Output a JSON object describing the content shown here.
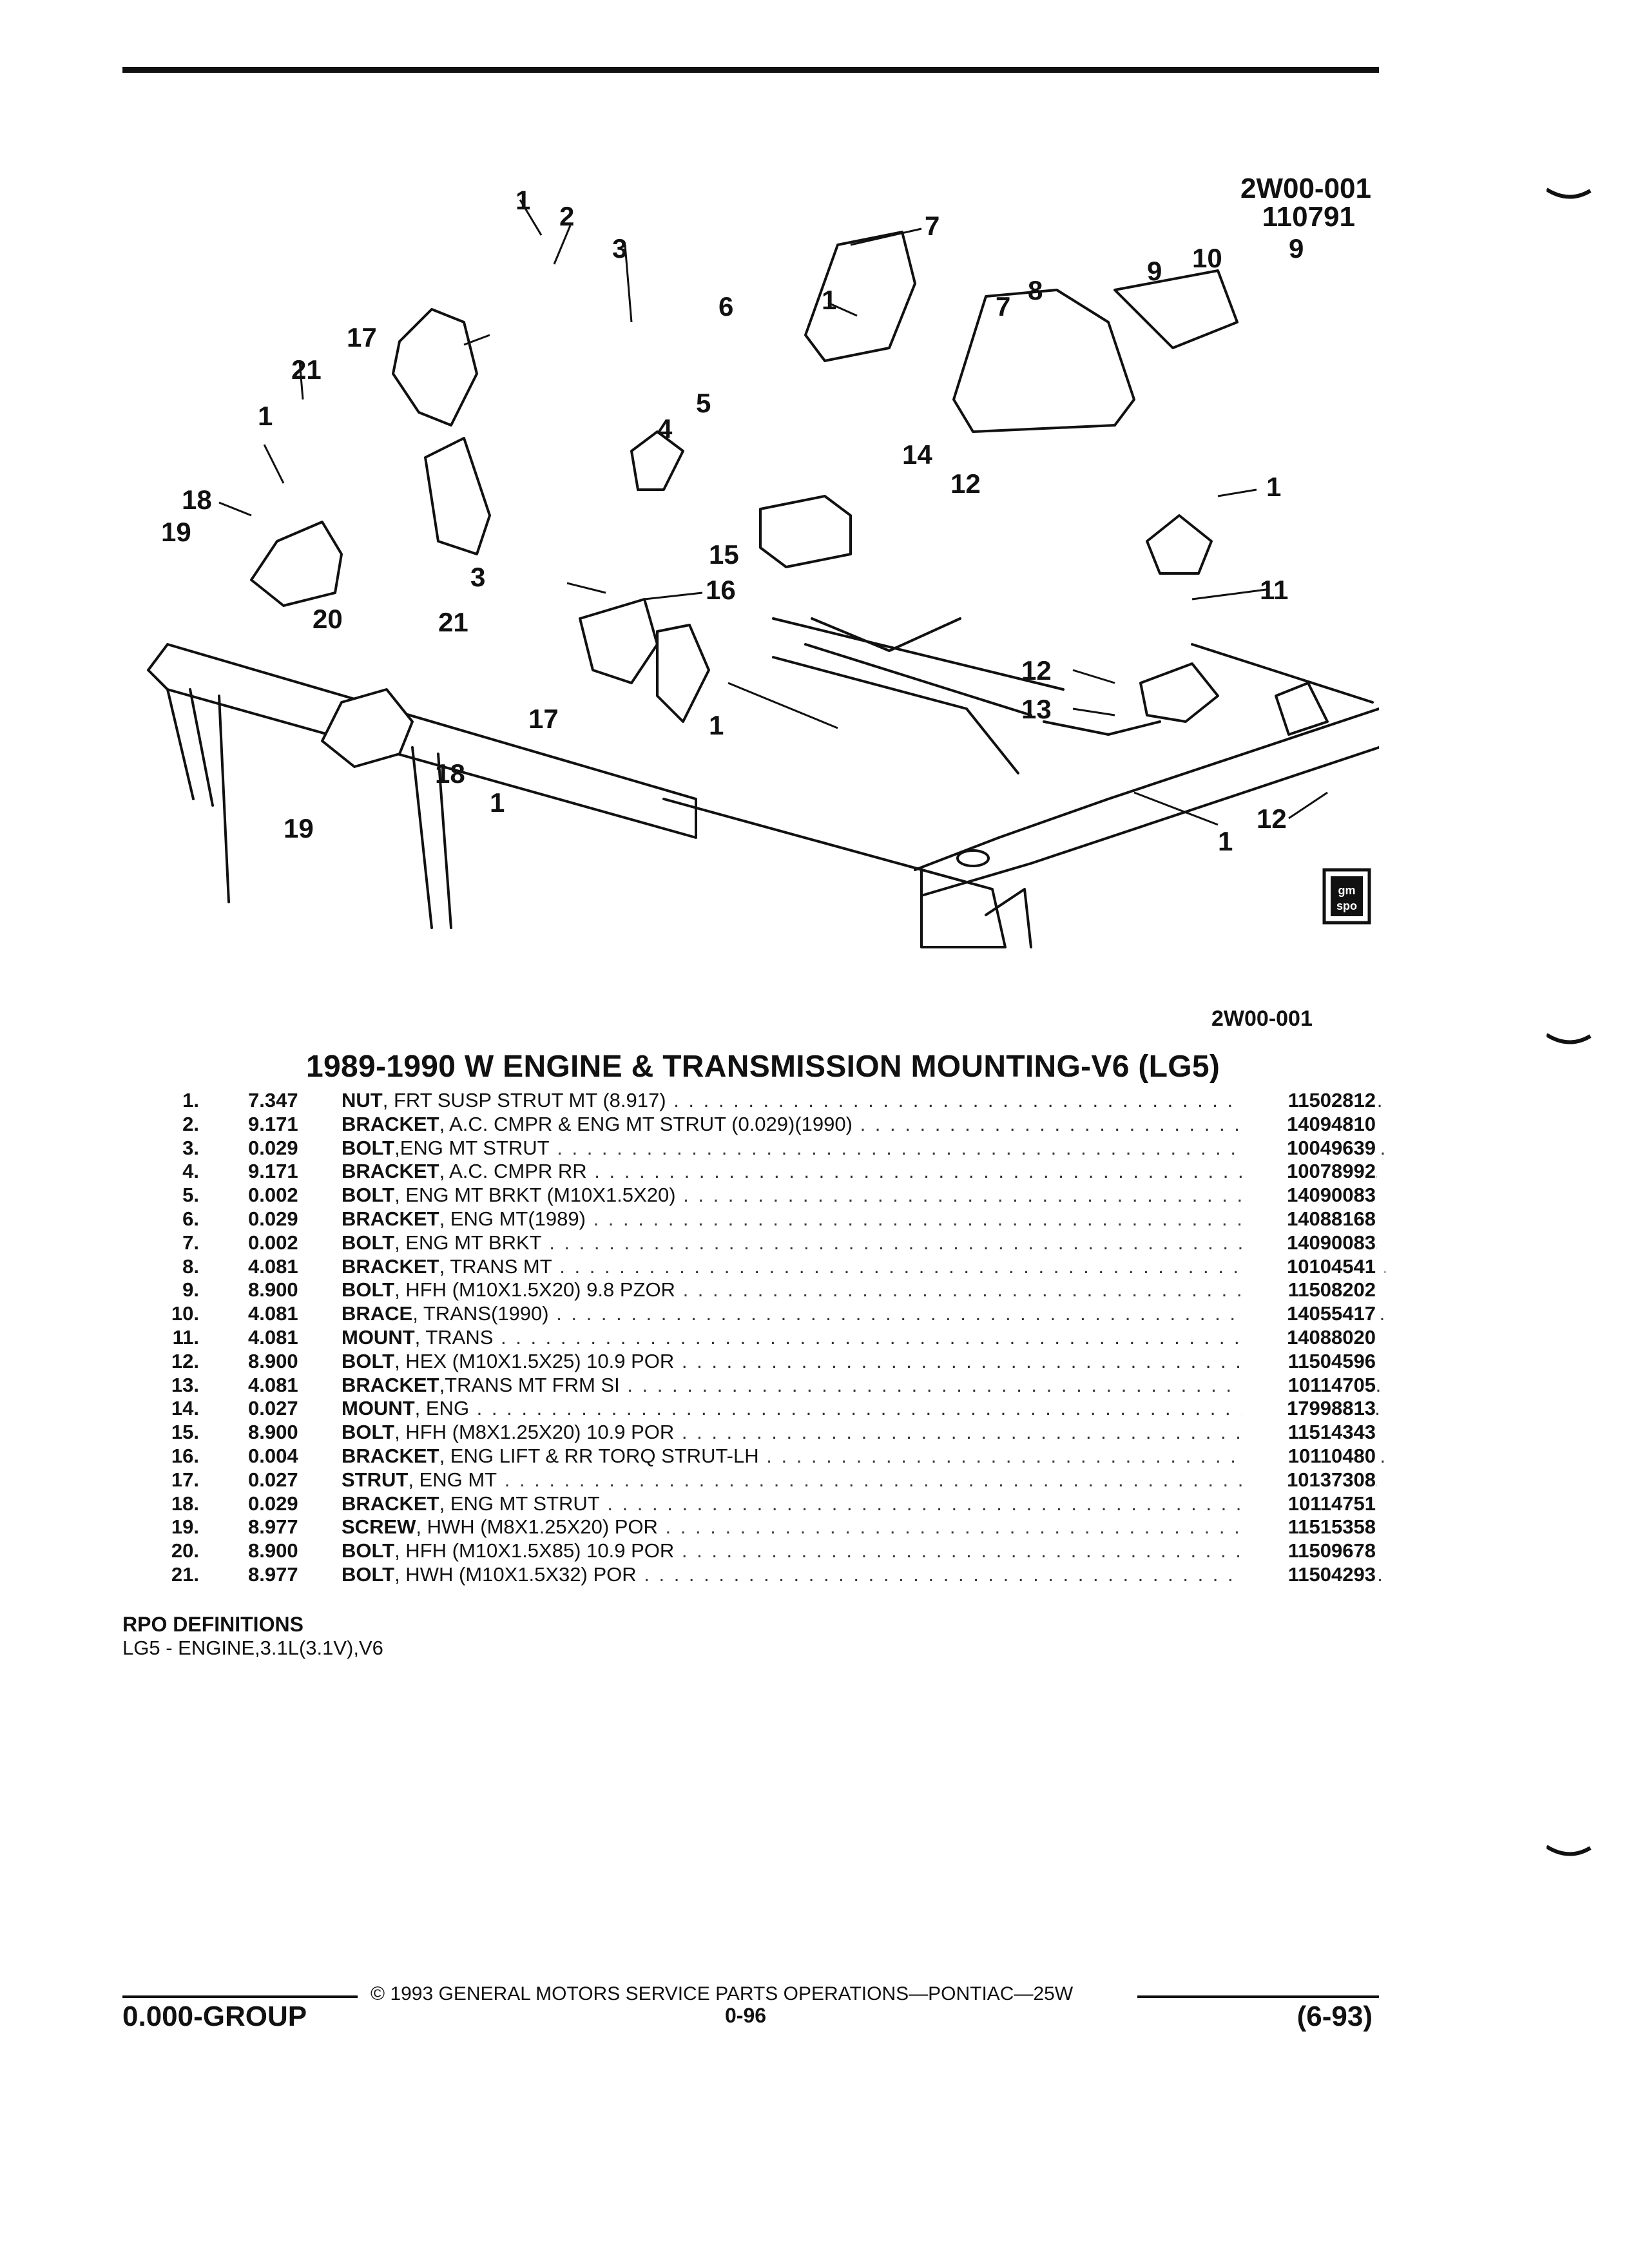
{
  "figure": {
    "id": "2W00-001",
    "date_code": "110791",
    "bottom_id": "2W00-001",
    "callouts": [
      "1",
      "2",
      "3",
      "17",
      "21",
      "1",
      "18",
      "19",
      "6",
      "1",
      "5",
      "7",
      "7",
      "8",
      "9",
      "10",
      "9",
      "4",
      "15",
      "14",
      "12",
      "1",
      "3",
      "16",
      "20",
      "21",
      "17",
      "1",
      "1",
      "18",
      "19",
      "11",
      "12",
      "13",
      "1",
      "12"
    ],
    "logo_lines": [
      "gm",
      "spo"
    ]
  },
  "title": "1989-1990 W ENGINE & TRANSMISSION MOUNTING-V6 (LG5)",
  "parts": [
    {
      "num": "1.",
      "group": "7.347",
      "name": "NUT",
      "spec": ", FRT SUSP STRUT MT (8.917)",
      "part_no": "11502812"
    },
    {
      "num": "2.",
      "group": "9.171",
      "name": "BRACKET",
      "spec": ", A.C. CMPR & ENG MT STRUT (0.029)(1990)",
      "part_no": "14094810"
    },
    {
      "num": "3.",
      "group": "0.029",
      "name": "BOLT",
      "spec": ",ENG MT STRUT",
      "part_no": "10049639"
    },
    {
      "num": "4.",
      "group": "9.171",
      "name": "BRACKET",
      "spec": ", A.C. CMPR RR",
      "part_no": "10078992"
    },
    {
      "num": "5.",
      "group": "0.002",
      "name": "BOLT",
      "spec": ", ENG MT BRKT (M10X1.5X20)",
      "part_no": "14090083"
    },
    {
      "num": "6.",
      "group": "0.029",
      "name": "BRACKET",
      "spec": ", ENG MT(1989)",
      "part_no": "14088168"
    },
    {
      "num": "7.",
      "group": "0.002",
      "name": "BOLT",
      "spec": ", ENG MT BRKT",
      "part_no": "14090083"
    },
    {
      "num": "8.",
      "group": "4.081",
      "name": "BRACKET",
      "spec": ", TRANS MT",
      "part_no": "10104541"
    },
    {
      "num": "9.",
      "group": "8.900",
      "name": "BOLT",
      "spec": ", HFH (M10X1.5X20) 9.8 PZOR",
      "part_no": "11508202"
    },
    {
      "num": "10.",
      "group": "4.081",
      "name": "BRACE",
      "spec": ", TRANS(1990)",
      "part_no": "14055417"
    },
    {
      "num": "11.",
      "group": "4.081",
      "name": "MOUNT",
      "spec": ", TRANS",
      "part_no": "14088020"
    },
    {
      "num": "12.",
      "group": "8.900",
      "name": "BOLT",
      "spec": ", HEX (M10X1.5X25) 10.9 POR",
      "part_no": "11504596"
    },
    {
      "num": "13.",
      "group": "4.081",
      "name": "BRACKET",
      "spec": ",TRANS MT FRM SI",
      "part_no": "10114705"
    },
    {
      "num": "14.",
      "group": "0.027",
      "name": "MOUNT",
      "spec": ", ENG",
      "part_no": "17998813"
    },
    {
      "num": "15.",
      "group": "8.900",
      "name": "BOLT",
      "spec": ", HFH (M8X1.25X20) 10.9 POR",
      "part_no": "11514343"
    },
    {
      "num": "16.",
      "group": "0.004",
      "name": "BRACKET",
      "spec": ", ENG LIFT & RR TORQ STRUT-LH",
      "part_no": "10110480"
    },
    {
      "num": "17.",
      "group": "0.027",
      "name": "STRUT",
      "spec": ", ENG MT",
      "part_no": "10137308"
    },
    {
      "num": "18.",
      "group": "0.029",
      "name": "BRACKET",
      "spec": ", ENG MT STRUT",
      "part_no": "10114751"
    },
    {
      "num": "19.",
      "group": "8.977",
      "name": "SCREW",
      "spec": ", HWH (M8X1.25X20) POR",
      "part_no": "11515358"
    },
    {
      "num": "20.",
      "group": "8.900",
      "name": "BOLT",
      "spec": ", HFH (M10X1.5X85) 10.9 POR",
      "part_no": "11509678"
    },
    {
      "num": "21.",
      "group": "8.977",
      "name": "BOLT",
      "spec": ", HWH (M10X1.5X32) POR",
      "part_no": "11504293"
    }
  ],
  "rpo": {
    "heading": "RPO DEFINITIONS",
    "definition": "LG5 - ENGINE,3.1L(3.1V),V6"
  },
  "footer": {
    "copyright": "© 1993 GENERAL MOTORS SERVICE PARTS OPERATIONS—PONTIAC—25W",
    "group": "0.000-GROUP",
    "page": "0-96",
    "revision": "(6-93)"
  }
}
